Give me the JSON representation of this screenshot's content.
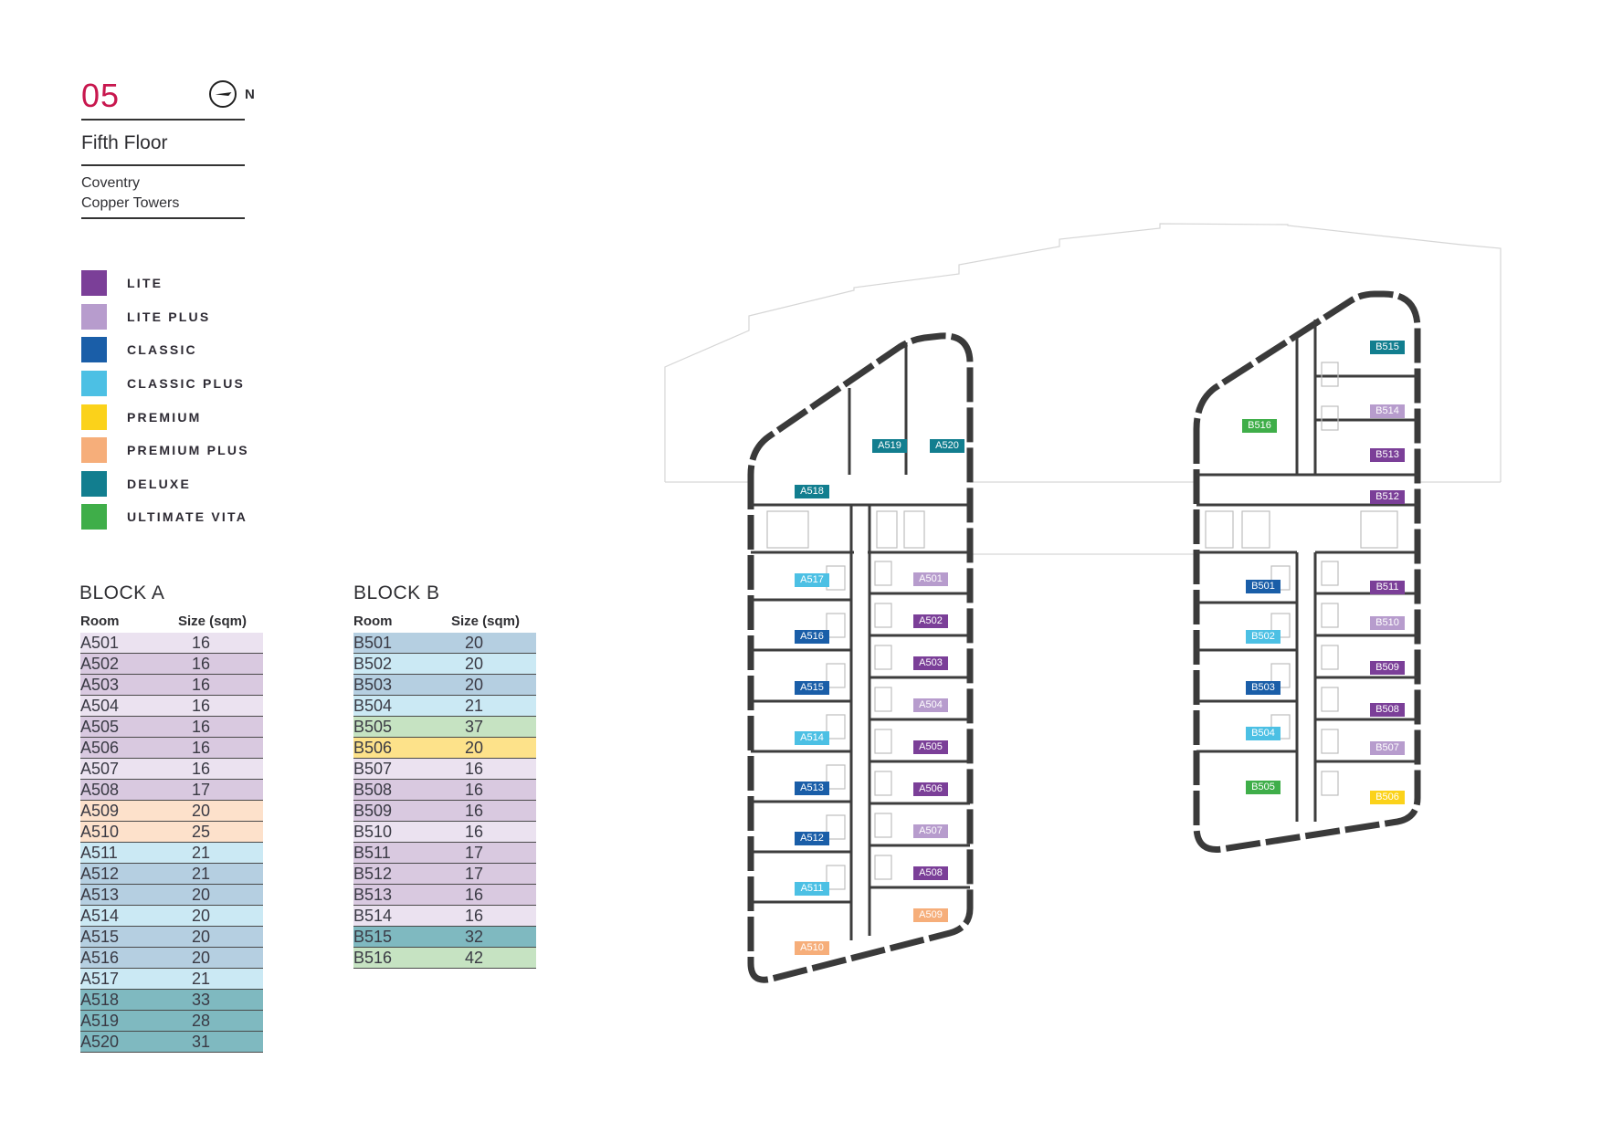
{
  "header": {
    "floor_number": "05",
    "north_label": "N",
    "floor_name": "Fifth Floor",
    "location_line1": "Coventry",
    "location_line2": "Copper Towers"
  },
  "legend": [
    {
      "label": "LITE",
      "color": "#7b3f98"
    },
    {
      "label": "LITE PLUS",
      "color": "#b79ccd"
    },
    {
      "label": "CLASSIC",
      "color": "#1a5ea8"
    },
    {
      "label": "CLASSIC PLUS",
      "color": "#4cc0e4"
    },
    {
      "label": "PREMIUM",
      "color": "#fbd21a"
    },
    {
      "label": "PREMIUM PLUS",
      "color": "#f6ae7a"
    },
    {
      "label": "DELUXE",
      "color": "#127e8f"
    },
    {
      "label": "ULTIMATE VITA",
      "color": "#3fae49"
    }
  ],
  "block_a": {
    "title": "BLOCK A",
    "col_room": "Room",
    "col_size": "Size (sqm)",
    "rows": [
      {
        "room": "A501",
        "size": "16",
        "tier": "LITE PLUS"
      },
      {
        "room": "A502",
        "size": "16",
        "tier": "LITE"
      },
      {
        "room": "A503",
        "size": "16",
        "tier": "LITE"
      },
      {
        "room": "A504",
        "size": "16",
        "tier": "LITE PLUS"
      },
      {
        "room": "A505",
        "size": "16",
        "tier": "LITE"
      },
      {
        "room": "A506",
        "size": "16",
        "tier": "LITE"
      },
      {
        "room": "A507",
        "size": "16",
        "tier": "LITE PLUS"
      },
      {
        "room": "A508",
        "size": "17",
        "tier": "LITE"
      },
      {
        "room": "A509",
        "size": "20",
        "tier": "PREMIUM PLUS"
      },
      {
        "room": "A510",
        "size": "25",
        "tier": "PREMIUM PLUS"
      },
      {
        "room": "A511",
        "size": "21",
        "tier": "CLASSIC PLUS"
      },
      {
        "room": "A512",
        "size": "21",
        "tier": "CLASSIC"
      },
      {
        "room": "A513",
        "size": "20",
        "tier": "CLASSIC"
      },
      {
        "room": "A514",
        "size": "20",
        "tier": "CLASSIC PLUS"
      },
      {
        "room": "A515",
        "size": "20",
        "tier": "CLASSIC"
      },
      {
        "room": "A516",
        "size": "20",
        "tier": "CLASSIC"
      },
      {
        "room": "A517",
        "size": "21",
        "tier": "CLASSIC PLUS"
      },
      {
        "room": "A518",
        "size": "33",
        "tier": "DELUXE"
      },
      {
        "room": "A519",
        "size": "28",
        "tier": "DELUXE"
      },
      {
        "room": "A520",
        "size": "31",
        "tier": "DELUXE"
      }
    ]
  },
  "block_b": {
    "title": "BLOCK B",
    "col_room": "Room",
    "col_size": "Size (sqm)",
    "rows": [
      {
        "room": "B501",
        "size": "20",
        "tier": "CLASSIC"
      },
      {
        "room": "B502",
        "size": "20",
        "tier": "CLASSIC PLUS"
      },
      {
        "room": "B503",
        "size": "20",
        "tier": "CLASSIC"
      },
      {
        "room": "B504",
        "size": "21",
        "tier": "CLASSIC PLUS"
      },
      {
        "room": "B505",
        "size": "37",
        "tier": "ULTIMATE VITA"
      },
      {
        "room": "B506",
        "size": "20",
        "tier": "PREMIUM"
      },
      {
        "room": "B507",
        "size": "16",
        "tier": "LITE PLUS"
      },
      {
        "room": "B508",
        "size": "16",
        "tier": "LITE"
      },
      {
        "room": "B509",
        "size": "16",
        "tier": "LITE"
      },
      {
        "room": "B510",
        "size": "16",
        "tier": "LITE PLUS"
      },
      {
        "room": "B511",
        "size": "17",
        "tier": "LITE"
      },
      {
        "room": "B512",
        "size": "17",
        "tier": "LITE"
      },
      {
        "room": "B513",
        "size": "16",
        "tier": "LITE"
      },
      {
        "room": "B514",
        "size": "16",
        "tier": "LITE PLUS"
      },
      {
        "room": "B515",
        "size": "32",
        "tier": "DELUXE"
      },
      {
        "room": "B516",
        "size": "42",
        "tier": "ULTIMATE VITA"
      }
    ]
  },
  "table_row_tints": {
    "LITE": "#d9c9e0",
    "LITE PLUS": "#ebe2f0",
    "CLASSIC": "#b5cfe1",
    "CLASSIC PLUS": "#cbe9f4",
    "PREMIUM": "#fde28a",
    "PREMIUM PLUS": "#fde1cb",
    "DELUXE": "#7fb9c0",
    "ULTIMATE VITA": "#c6e3c2"
  },
  "plan_tags": {
    "block_a": [
      {
        "room": "A501",
        "tier": "LITE PLUS"
      },
      {
        "room": "A502",
        "tier": "LITE"
      },
      {
        "room": "A503",
        "tier": "LITE"
      },
      {
        "room": "A504",
        "tier": "LITE PLUS"
      },
      {
        "room": "A505",
        "tier": "LITE"
      },
      {
        "room": "A506",
        "tier": "LITE"
      },
      {
        "room": "A507",
        "tier": "LITE PLUS"
      },
      {
        "room": "A508",
        "tier": "LITE"
      },
      {
        "room": "A509",
        "tier": "PREMIUM PLUS"
      },
      {
        "room": "A510",
        "tier": "PREMIUM PLUS"
      },
      {
        "room": "A511",
        "tier": "CLASSIC PLUS"
      },
      {
        "room": "A512",
        "tier": "CLASSIC"
      },
      {
        "room": "A513",
        "tier": "CLASSIC"
      },
      {
        "room": "A514",
        "tier": "CLASSIC PLUS"
      },
      {
        "room": "A515",
        "tier": "CLASSIC"
      },
      {
        "room": "A516",
        "tier": "CLASSIC"
      },
      {
        "room": "A517",
        "tier": "CLASSIC PLUS"
      },
      {
        "room": "A518",
        "tier": "DELUXE"
      },
      {
        "room": "A519",
        "tier": "DELUXE"
      },
      {
        "room": "A520",
        "tier": "DELUXE"
      }
    ],
    "block_b": [
      {
        "room": "B501",
        "tier": "CLASSIC"
      },
      {
        "room": "B502",
        "tier": "CLASSIC PLUS"
      },
      {
        "room": "B503",
        "tier": "CLASSIC"
      },
      {
        "room": "B504",
        "tier": "CLASSIC PLUS"
      },
      {
        "room": "B505",
        "tier": "ULTIMATE VITA"
      },
      {
        "room": "B506",
        "tier": "PREMIUM"
      },
      {
        "room": "B507",
        "tier": "LITE PLUS"
      },
      {
        "room": "B508",
        "tier": "LITE"
      },
      {
        "room": "B509",
        "tier": "LITE"
      },
      {
        "room": "B510",
        "tier": "LITE PLUS"
      },
      {
        "room": "B511",
        "tier": "LITE"
      },
      {
        "room": "B512",
        "tier": "LITE"
      },
      {
        "room": "B513",
        "tier": "LITE"
      },
      {
        "room": "B514",
        "tier": "LITE PLUS"
      },
      {
        "room": "B515",
        "tier": "DELUXE"
      },
      {
        "room": "B516",
        "tier": "ULTIMATE VITA"
      }
    ]
  }
}
